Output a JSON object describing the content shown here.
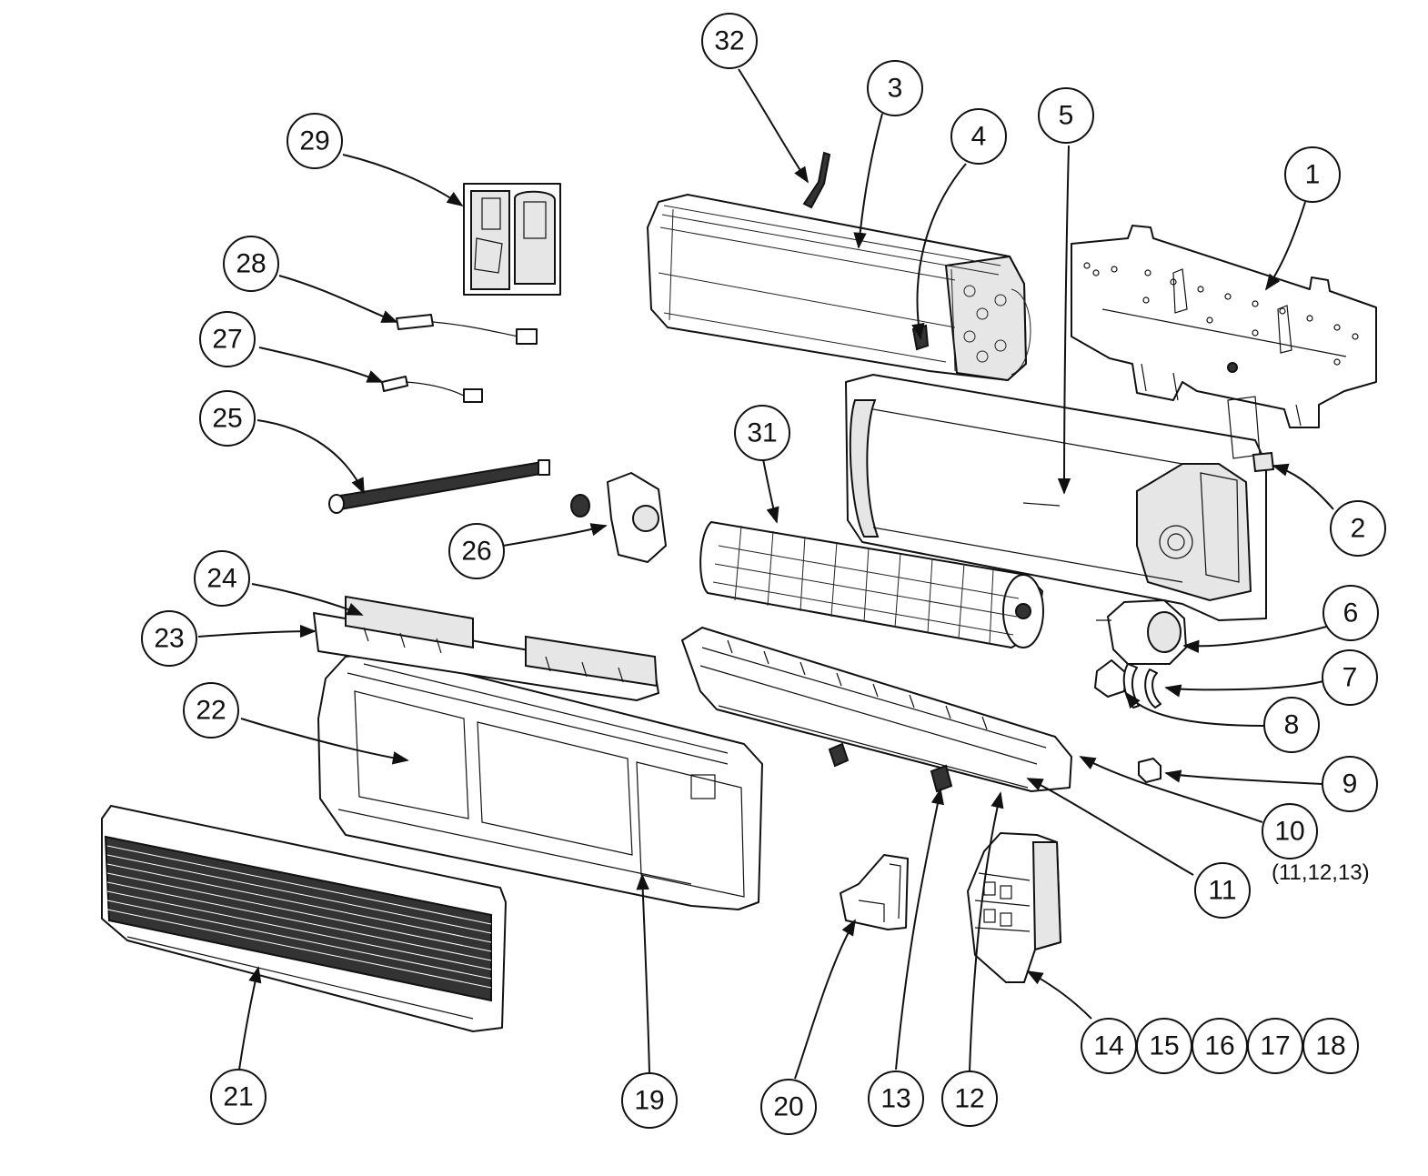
{
  "callouts": [
    {
      "id": "1"
    },
    {
      "id": "2"
    },
    {
      "id": "3"
    },
    {
      "id": "4"
    },
    {
      "id": "5"
    },
    {
      "id": "6"
    },
    {
      "id": "7"
    },
    {
      "id": "8"
    },
    {
      "id": "9"
    },
    {
      "id": "10"
    },
    {
      "id": "11"
    },
    {
      "id": "12"
    },
    {
      "id": "13"
    },
    {
      "id": "14"
    },
    {
      "id": "15"
    },
    {
      "id": "16"
    },
    {
      "id": "17"
    },
    {
      "id": "18"
    },
    {
      "id": "19"
    },
    {
      "id": "20"
    },
    {
      "id": "21"
    },
    {
      "id": "22"
    },
    {
      "id": "23"
    },
    {
      "id": "24"
    },
    {
      "id": "25"
    },
    {
      "id": "26"
    },
    {
      "id": "27"
    },
    {
      "id": "28"
    },
    {
      "id": "29"
    },
    {
      "id": "31"
    },
    {
      "id": "32"
    }
  ],
  "note_10": "(11,12,13)"
}
